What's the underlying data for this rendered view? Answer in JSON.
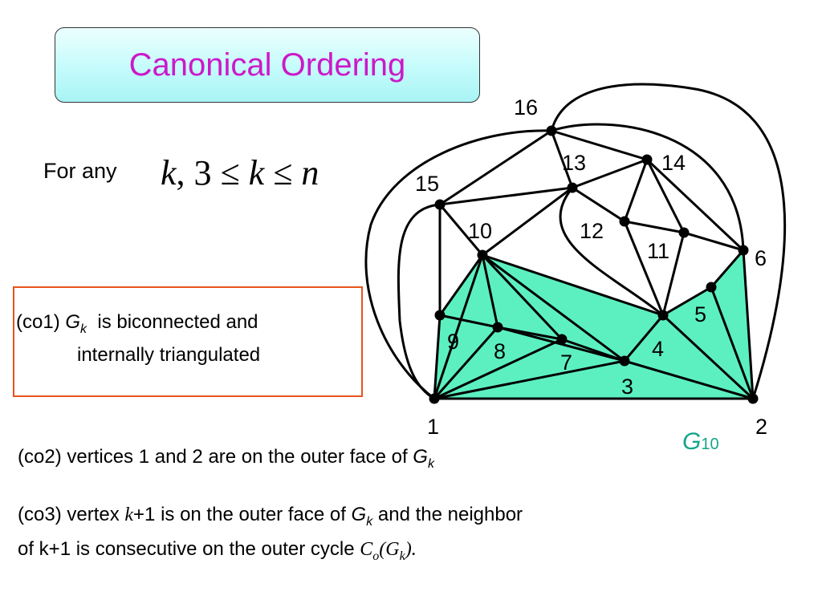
{
  "title": "Canonical Ordering",
  "for_any": {
    "text": "For any",
    "math_k": "k",
    "math_rest": ", 3 ≤ ",
    "math_k2": "k",
    "math_le": " ≤ ",
    "math_n": "n"
  },
  "co1": {
    "prefix": "(co1)",
    "g": "G",
    "k": "k",
    "text1": "is biconnected and",
    "text2": "internally triangulated"
  },
  "co2": {
    "text": "(co2)  vertices 1 and 2 are on the outer face of",
    "g": "G",
    "k": "k"
  },
  "co3": {
    "l1a": "(co3) vertex",
    "l1k": "k",
    "l1b": "+1 is on the outer face of",
    "l1g": "G",
    "l1sub": "k",
    "l1c": "and the neighbor",
    "l2a": "of k+1 is consecutive on the outer cycle",
    "l2c": "C",
    "l2o": "o",
    "l2g": "G",
    "l2k": "k",
    "l2end": ")."
  },
  "graph_label": {
    "g": "G",
    "sub": "10"
  },
  "colors": {
    "title": "#cc19c8",
    "fill": "#5cf0c0",
    "box_border": "#e8541c",
    "graph_label": "#16a58b"
  },
  "vertex_labels": [
    "1",
    "2",
    "3",
    "4",
    "5",
    "6",
    "7",
    "8",
    "9",
    "10",
    "11",
    "12",
    "13",
    "14",
    "15",
    "16"
  ]
}
